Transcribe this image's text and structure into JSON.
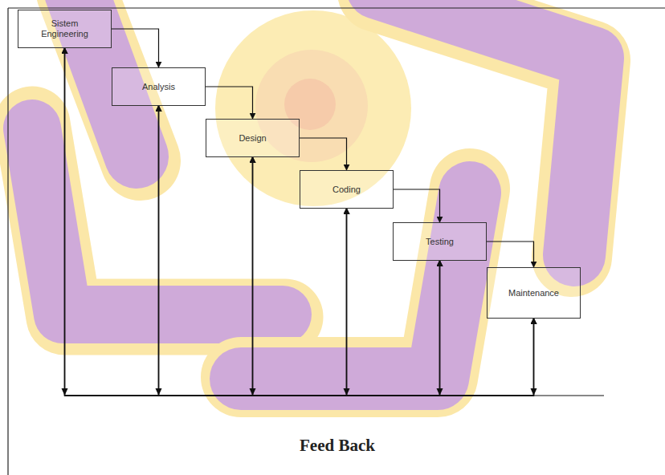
{
  "diagram": {
    "nodes": [
      {
        "text": [
          "Sistem Engineering"
        ]
      },
      {
        "text": [
          "Analysis"
        ]
      },
      {
        "text": [
          "Design"
        ]
      },
      {
        "text": [
          "Coding"
        ]
      },
      {
        "text": [
          "Testing"
        ]
      },
      {
        "text": [
          "Maintenance"
        ]
      }
    ],
    "edges": [
      {
        "from": 0,
        "to": 1,
        "arrow": "to"
      },
      {
        "from": 1,
        "to": 2,
        "arrow": "to"
      },
      {
        "from": 2,
        "to": 3,
        "arrow": "to"
      },
      {
        "from": 3,
        "to": 4,
        "arrow": "to"
      },
      {
        "from": 4,
        "to": 5,
        "arrow": "to"
      },
      {
        "from": 0,
        "to": 1,
        "arrow": "both"
      },
      {
        "from": 0,
        "to": 2,
        "arrow": "both"
      },
      {
        "from": 0,
        "to": 3,
        "arrow": "both"
      },
      {
        "from": 0,
        "to": 4,
        "arrow": "both"
      },
      {
        "from": 0,
        "to": 5,
        "arrow": "both"
      },
      {
        "from": 1,
        "to": 2,
        "arrow": "both"
      },
      {
        "from": 1,
        "to": 3,
        "arrow": "both"
      },
      {
        "from": 1,
        "to": 4,
        "arrow": "both"
      },
      {
        "from": 1,
        "to": 5,
        "arrow": "both"
      },
      {
        "from": 2,
        "to": 3,
        "arrow": "both"
      },
      {
        "from": 2,
        "to": 4,
        "arrow": "both"
      },
      {
        "from": 2,
        "to": 5,
        "arrow": "both"
      },
      {
        "from": 3,
        "to": 4,
        "arrow": "both"
      },
      {
        "from": 3,
        "to": 5,
        "arrow": "both"
      },
      {
        "from": 4,
        "to": 5,
        "arrow": "both"
      }
    ],
    "labels": [
      "Feed Back"
    ]
  }
}
